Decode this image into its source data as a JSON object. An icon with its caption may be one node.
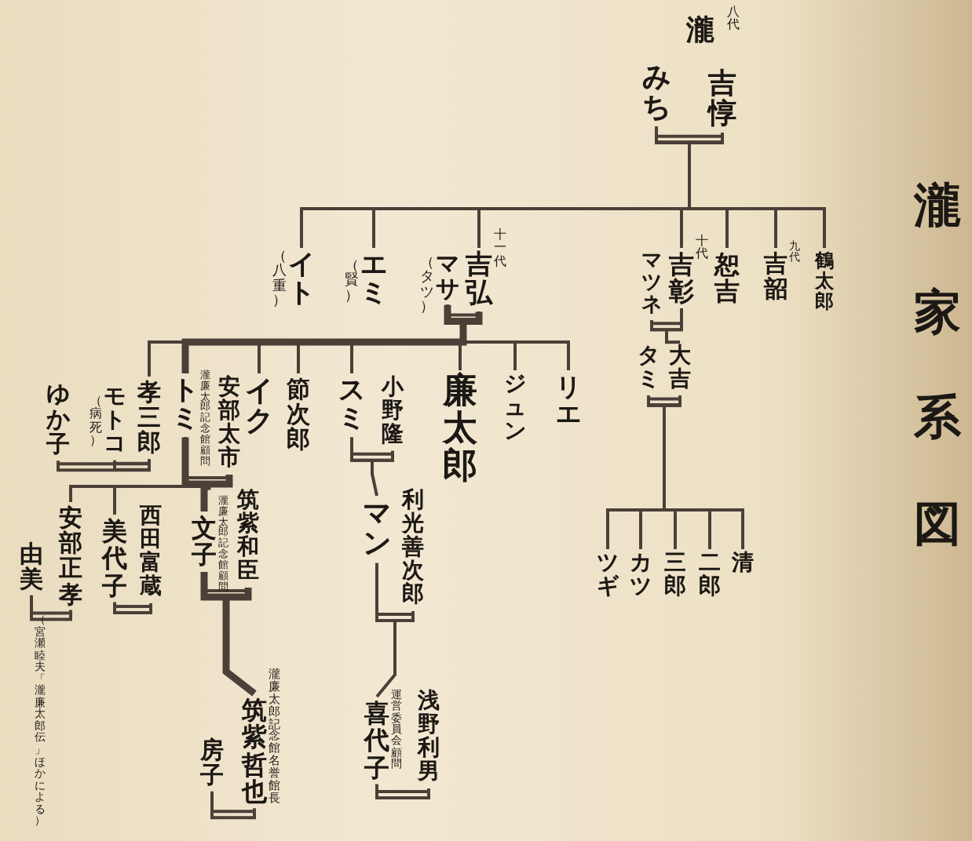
{
  "diagram": {
    "title": "瀧家系図",
    "caption": "（宮瀬睦夫「瀧廉太郎伝」ほかによる）",
    "nodes": [
      {
        "text": [
          "瀧",
          "吉惇"
        ],
        "beside": [
          "八代"
        ]
      },
      {
        "text": [
          "みち"
        ]
      },
      {
        "text": [
          "鶴太郎"
        ]
      },
      {
        "text": [
          "吉韶"
        ],
        "beside": [
          "九代"
        ]
      },
      {
        "text": [
          "恕吉"
        ]
      },
      {
        "text": [
          "吉彰"
        ],
        "beside": [
          "十代"
        ]
      },
      {
        "text": [
          "マツネ"
        ]
      },
      {
        "text": [
          "吉弘"
        ],
        "beside": [
          "十一代"
        ]
      },
      {
        "text": [
          "マサ"
        ],
        "beside": [
          "（タツ）"
        ]
      },
      {
        "text": [
          "エミ"
        ],
        "beside": [
          "（賢）"
        ]
      },
      {
        "text": [
          "イト"
        ],
        "beside": [
          "（八重）"
        ]
      },
      {
        "text": [
          "リエ"
        ]
      },
      {
        "text": [
          "ジュン"
        ]
      },
      {
        "text": [
          "廉太郎"
        ]
      },
      {
        "text": [
          "小野隆"
        ]
      },
      {
        "text": [
          "スミ"
        ]
      },
      {
        "text": [
          "節次郎"
        ]
      },
      {
        "text": [
          "イク"
        ]
      },
      {
        "text": [
          "安部太市"
        ]
      },
      {
        "text": [
          "トミ"
        ],
        "beside": [
          "瀧廉太郎記念館顧問"
        ]
      },
      {
        "text": [
          "孝三郎"
        ]
      },
      {
        "text": [
          "モトコ"
        ],
        "beside": [
          "（病死）"
        ]
      },
      {
        "text": [
          "ゆか子"
        ]
      },
      {
        "text": [
          "大吉"
        ]
      },
      {
        "text": [
          "タミ"
        ]
      },
      {
        "text": [
          "清"
        ]
      },
      {
        "text": [
          "二郎"
        ]
      },
      {
        "text": [
          "三郎"
        ]
      },
      {
        "text": [
          "カツ"
        ]
      },
      {
        "text": [
          "ツギ"
        ]
      },
      {
        "text": [
          "筑紫和臣"
        ]
      },
      {
        "text": [
          "文子"
        ],
        "beside": [
          "瀧廉太郎記念館顧問"
        ]
      },
      {
        "text": [
          "西田富蔵"
        ]
      },
      {
        "text": [
          "美代子"
        ]
      },
      {
        "text": [
          "安部正孝"
        ]
      },
      {
        "text": [
          "由美"
        ]
      },
      {
        "text": [
          "利光善次郎"
        ]
      },
      {
        "text": [
          "マン"
        ]
      },
      {
        "text": [
          "浅野利男"
        ]
      },
      {
        "text": [
          "喜代子"
        ],
        "beside": [
          "運営委員会顧問"
        ]
      },
      {
        "text": [
          "筑紫哲也"
        ],
        "beside": [
          "瀧廉太郎記念館名誉館長"
        ]
      },
      {
        "text": [
          "房子"
        ]
      }
    ],
    "edges": [
      {
        "from": 0,
        "to": 1,
        "arrow": "none"
      },
      {
        "from": 5,
        "to": 6,
        "arrow": "none"
      },
      {
        "from": 7,
        "to": 8,
        "arrow": "none"
      },
      {
        "from": 15,
        "to": 14,
        "arrow": "none"
      },
      {
        "from": 19,
        "to": 18,
        "arrow": "none"
      },
      {
        "from": 20,
        "to": 21,
        "arrow": "none"
      },
      {
        "from": 20,
        "to": 22,
        "arrow": "none"
      },
      {
        "from": 23,
        "to": 24,
        "arrow": "none"
      },
      {
        "from": 31,
        "to": 30,
        "arrow": "none"
      },
      {
        "from": 33,
        "to": 32,
        "arrow": "none"
      },
      {
        "from": 34,
        "to": 35,
        "arrow": "none"
      },
      {
        "from": 37,
        "to": 36,
        "arrow": "none"
      },
      {
        "from": 39,
        "to": 38,
        "arrow": "none"
      },
      {
        "from": 40,
        "to": 41,
        "arrow": "none"
      },
      {
        "from": 0,
        "to": 2,
        "arrow": "none"
      },
      {
        "from": 1,
        "to": 2,
        "arrow": "none"
      },
      {
        "from": 0,
        "to": 3,
        "arrow": "none"
      },
      {
        "from": 1,
        "to": 3,
        "arrow": "none"
      },
      {
        "from": 0,
        "to": 4,
        "arrow": "none"
      },
      {
        "from": 1,
        "to": 4,
        "arrow": "none"
      },
      {
        "from": 0,
        "to": 5,
        "arrow": "none"
      },
      {
        "from": 1,
        "to": 5,
        "arrow": "none"
      },
      {
        "from": 0,
        "to": 7,
        "arrow": "none"
      },
      {
        "from": 1,
        "to": 7,
        "arrow": "none"
      },
      {
        "from": 0,
        "to": 9,
        "arrow": "none"
      },
      {
        "from": 1,
        "to": 9,
        "arrow": "none"
      },
      {
        "from": 0,
        "to": 10,
        "arrow": "none"
      },
      {
        "from": 1,
        "to": 10,
        "arrow": "none"
      },
      {
        "from": 5,
        "to": 23,
        "arrow": "none"
      },
      {
        "from": 6,
        "to": 23,
        "arrow": "none"
      },
      {
        "from": 7,
        "to": 11,
        "arrow": "none"
      },
      {
        "from": 8,
        "to": 11,
        "arrow": "none"
      },
      {
        "from": 7,
        "to": 12,
        "arrow": "none"
      },
      {
        "from": 8,
        "to": 12,
        "arrow": "none"
      },
      {
        "from": 7,
        "to": 13,
        "arrow": "none"
      },
      {
        "from": 8,
        "to": 13,
        "arrow": "none"
      },
      {
        "from": 7,
        "to": 15,
        "arrow": "none"
      },
      {
        "from": 8,
        "to": 15,
        "arrow": "none"
      },
      {
        "from": 7,
        "to": 16,
        "arrow": "none"
      },
      {
        "from": 8,
        "to": 16,
        "arrow": "none"
      },
      {
        "from": 7,
        "to": 17,
        "arrow": "none"
      },
      {
        "from": 8,
        "to": 17,
        "arrow": "none"
      },
      {
        "from": 7,
        "to": 19,
        "arrow": "none",
        "style": "thick"
      },
      {
        "from": 8,
        "to": 19,
        "arrow": "none",
        "style": "thick"
      },
      {
        "from": 7,
        "to": 20,
        "arrow": "none"
      },
      {
        "from": 8,
        "to": 20,
        "arrow": "none"
      },
      {
        "from": 23,
        "to": 25,
        "arrow": "none"
      },
      {
        "from": 24,
        "to": 25,
        "arrow": "none"
      },
      {
        "from": 23,
        "to": 26,
        "arrow": "none"
      },
      {
        "from": 24,
        "to": 26,
        "arrow": "none"
      },
      {
        "from": 23,
        "to": 27,
        "arrow": "none"
      },
      {
        "from": 24,
        "to": 27,
        "arrow": "none"
      },
      {
        "from": 23,
        "to": 28,
        "arrow": "none"
      },
      {
        "from": 24,
        "to": 28,
        "arrow": "none"
      },
      {
        "from": 23,
        "to": 29,
        "arrow": "none"
      },
      {
        "from": 24,
        "to": 29,
        "arrow": "none"
      },
      {
        "from": 19,
        "to": 31,
        "arrow": "none",
        "style": "thick"
      },
      {
        "from": 18,
        "to": 31,
        "arrow": "none",
        "style": "thick"
      },
      {
        "from": 19,
        "to": 33,
        "arrow": "none"
      },
      {
        "from": 18,
        "to": 33,
        "arrow": "none"
      },
      {
        "from": 19,
        "to": 34,
        "arrow": "none"
      },
      {
        "from": 18,
        "to": 34,
        "arrow": "none"
      },
      {
        "from": 15,
        "to": 37,
        "arrow": "none"
      },
      {
        "from": 14,
        "to": 37,
        "arrow": "none"
      },
      {
        "from": 37,
        "to": 39,
        "arrow": "none"
      },
      {
        "from": 36,
        "to": 39,
        "arrow": "none"
      },
      {
        "from": 31,
        "to": 40,
        "arrow": "none",
        "style": "thick"
      },
      {
        "from": 30,
        "to": 40,
        "arrow": "none",
        "style": "thick"
      }
    ]
  }
}
